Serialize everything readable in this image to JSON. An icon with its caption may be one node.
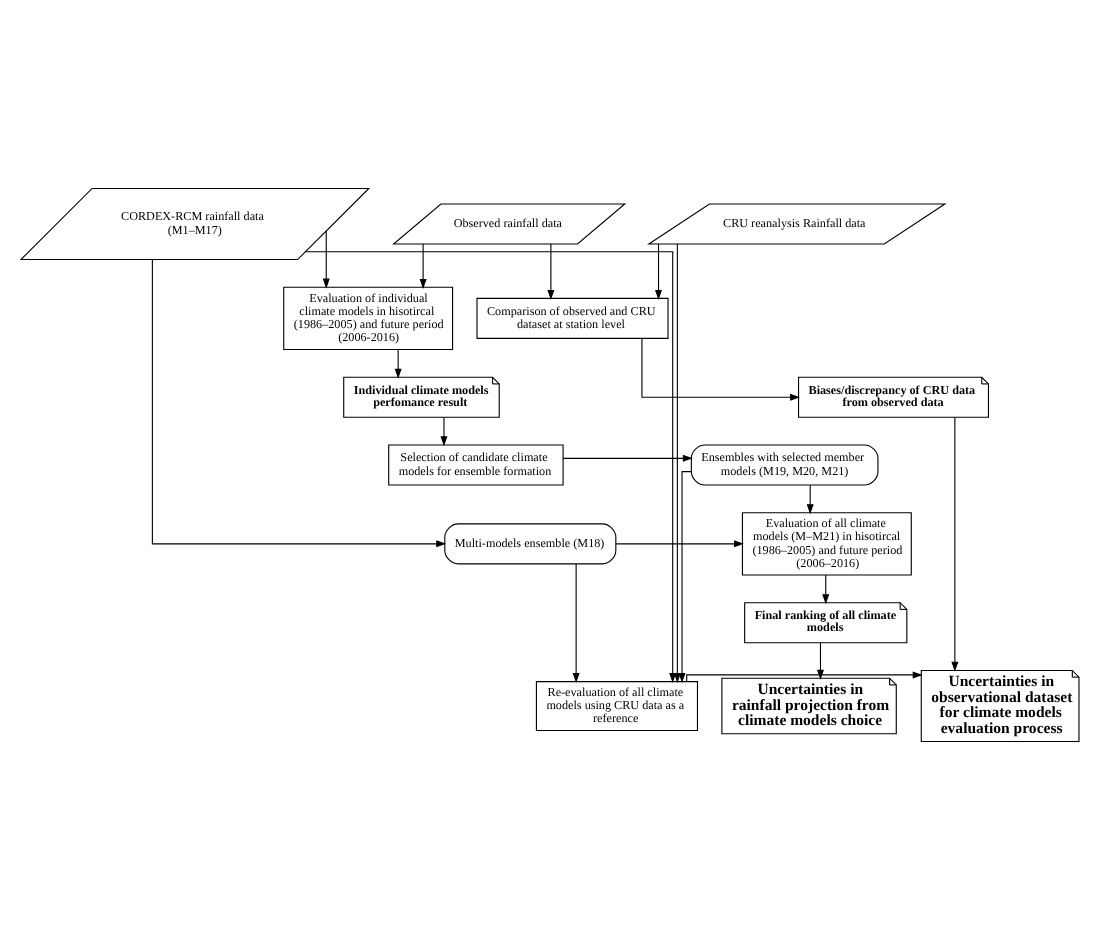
{
  "diagram": {
    "nodes": [
      {
        "text": [
          "CORDEX-RCM rainfall data (M1–M17)"
        ]
      },
      {
        "text": [
          "Observed rainfall data"
        ]
      },
      {
        "text": [
          "CRU reanalysis Rainfall data"
        ]
      },
      {
        "text": [
          "Evaluation of individual climate models in hisotircal (1986–2005) and future period (2006-2016)"
        ]
      },
      {
        "text": [
          "Comparison of observed and CRU dataset at station level"
        ]
      },
      {
        "text": [
          "Biases/discrepancy of CRU data from observed data"
        ]
      },
      {
        "text": [
          "Individual climate models perfomance result"
        ]
      },
      {
        "text": [
          "Selection of candidate climate models for ensemble formation"
        ]
      },
      {
        "text": [
          "Ensembles with selected member models (M19, M20, M21)"
        ]
      },
      {
        "text": [
          "Multi-models ensemble (M18)"
        ]
      },
      {
        "text": [
          "Evaluation of all climate models (M–M21) in hisotircal (1986–2005) and future period (2006–2016)"
        ]
      },
      {
        "text": [
          "Final ranking of all climate models"
        ]
      },
      {
        "text": [
          "Uncertainties in rainfall projection from climate models choice"
        ]
      },
      {
        "text": [
          "Re-evaluation of all climate models using CRU data as a reference"
        ]
      },
      {
        "text": [
          "Uncertainties in observational dataset for climate models evaluation process"
        ]
      }
    ],
    "edges": [
      {
        "from": 0,
        "to": 3,
        "arrow": "to"
      },
      {
        "from": 1,
        "to": 3,
        "arrow": "to"
      },
      {
        "from": 1,
        "to": 4,
        "arrow": "to"
      },
      {
        "from": 2,
        "to": 4,
        "arrow": "to"
      },
      {
        "from": 4,
        "to": 5,
        "arrow": "to"
      },
      {
        "from": 3,
        "to": 6,
        "arrow": "to"
      },
      {
        "from": 6,
        "to": 7,
        "arrow": "to"
      },
      {
        "from": 7,
        "to": 8,
        "arrow": "to"
      },
      {
        "from": 0,
        "to": 9,
        "arrow": "to"
      },
      {
        "from": 0,
        "to": 13,
        "arrow": "to"
      },
      {
        "from": 9,
        "to": 10,
        "arrow": "to"
      },
      {
        "from": 9,
        "to": 13,
        "arrow": "to"
      },
      {
        "from": 8,
        "to": 10,
        "arrow": "to"
      },
      {
        "from": 8,
        "to": 13,
        "arrow": "to"
      },
      {
        "from": 2,
        "to": 13,
        "arrow": "to"
      },
      {
        "from": 10,
        "to": 11,
        "arrow": "to"
      },
      {
        "from": 11,
        "to": 12,
        "arrow": "to"
      },
      {
        "from": 5,
        "to": 14,
        "arrow": "to"
      },
      {
        "from": 13,
        "to": 14,
        "arrow": "to"
      }
    ]
  }
}
